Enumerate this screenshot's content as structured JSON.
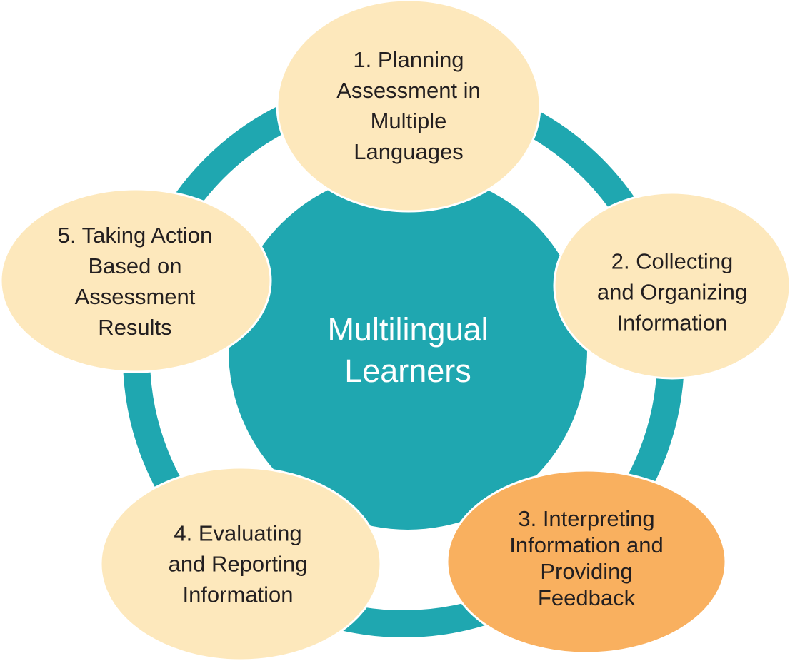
{
  "colors": {
    "teal": "#1fa7b0",
    "node_fill": "#fde8bc",
    "highlight_fill": "#f9b05f",
    "text": "#231f20"
  },
  "center": {
    "line1": "Multilingual",
    "line2": "Learners"
  },
  "nodes": [
    {
      "lines": [
        "1. Planning",
        "Assessment in",
        "Multiple",
        "Languages"
      ],
      "highlighted": false
    },
    {
      "lines": [
        "2. Collecting",
        "and Organizing",
        "Information"
      ],
      "highlighted": false
    },
    {
      "lines": [
        "3. Interpreting",
        "Information and",
        "Providing",
        "Feedback"
      ],
      "highlighted": true
    },
    {
      "lines": [
        "4. Evaluating",
        "and Reporting",
        "Information"
      ],
      "highlighted": false
    },
    {
      "lines": [
        "5. Taking Action",
        "Based on",
        "Assessment",
        "Results"
      ],
      "highlighted": false
    }
  ]
}
